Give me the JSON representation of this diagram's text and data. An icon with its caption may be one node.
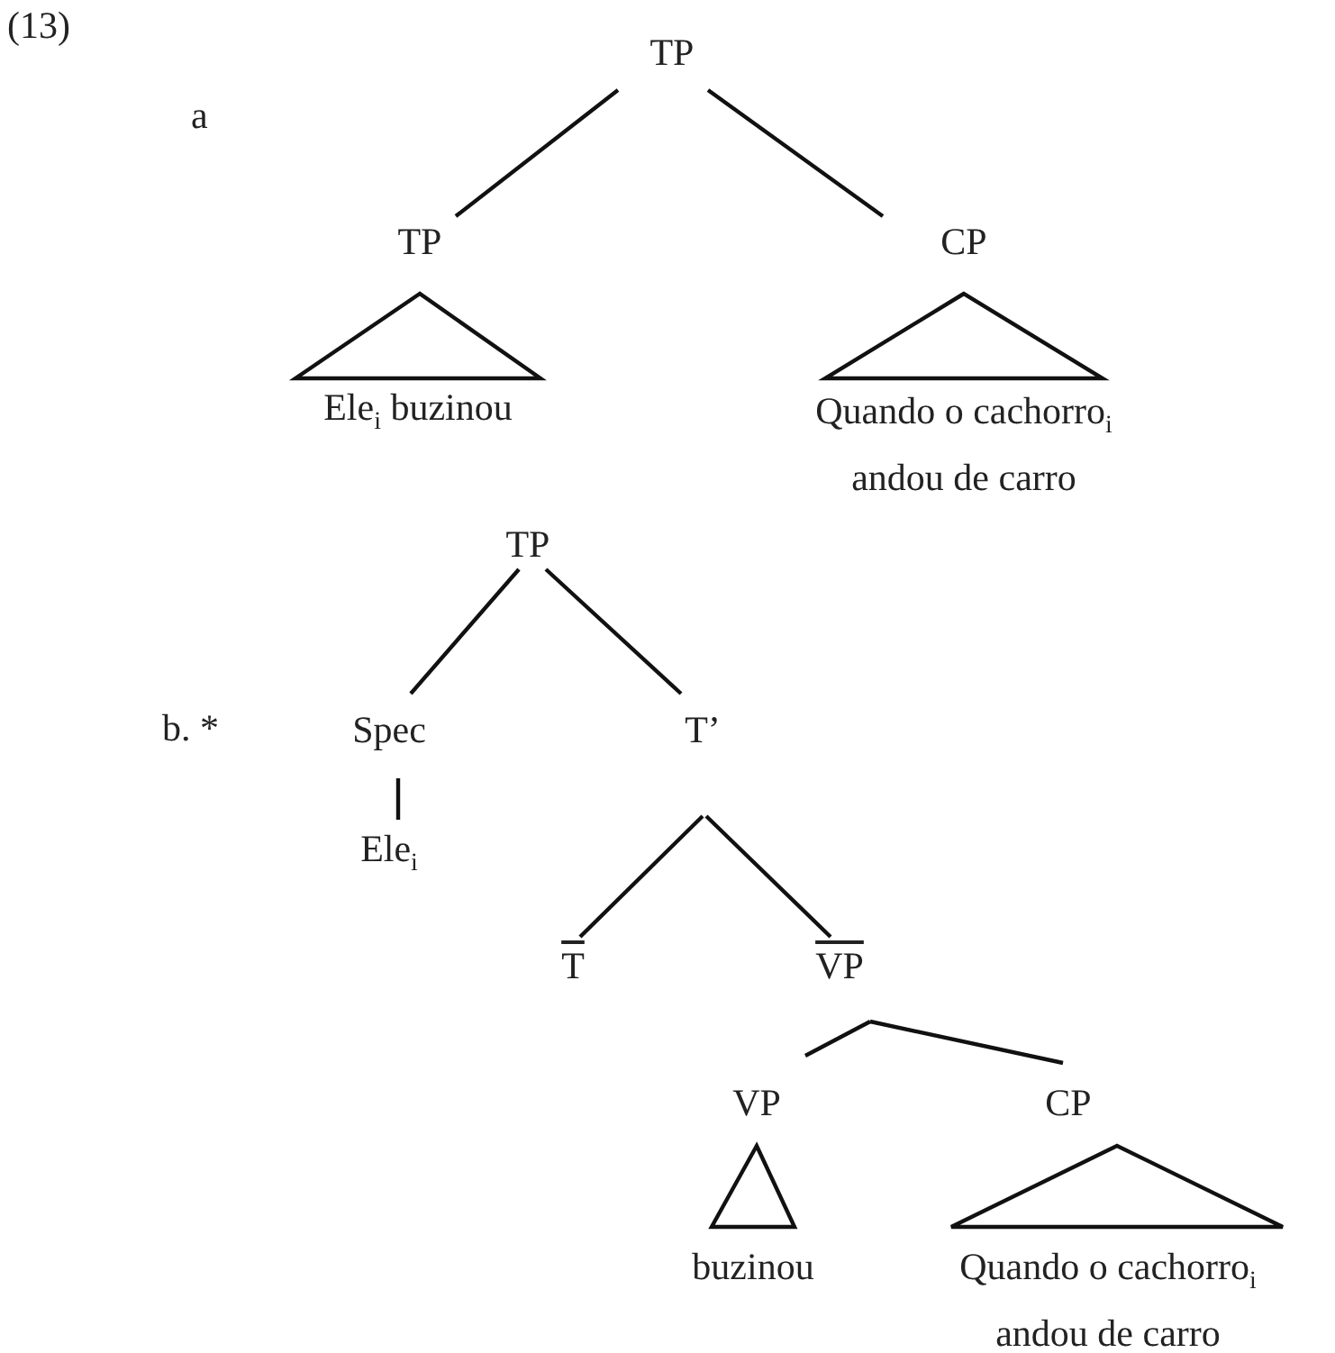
{
  "diagram": {
    "nodes": [
      {
        "text": [
          "TP"
        ]
      },
      {
        "text": [
          "TP"
        ]
      },
      {
        "text": [
          "CP"
        ]
      },
      {
        "text": [
          "Ele$_{i}$ buzinou"
        ]
      },
      {
        "text": [
          "Quando o cachorro$_{i}$ andou de carro"
        ]
      },
      {
        "text": [
          "TP"
        ]
      },
      {
        "text": [
          "Spec"
        ]
      },
      {
        "text": [
          "T’"
        ]
      },
      {
        "text": [
          "Ele$_{i}$"
        ]
      },
      {
        "text": [
          "T"
        ]
      },
      {
        "text": [
          "VP"
        ]
      },
      {
        "text": [
          "VP"
        ]
      },
      {
        "text": [
          "CP"
        ]
      },
      {
        "text": [
          "buzinou"
        ]
      },
      {
        "text": [
          "Quando o cachorro$_{i}$ andou de carro"
        ]
      }
    ],
    "edges": [
      {
        "from": 0,
        "to": 1,
        "arrow": "none"
      },
      {
        "from": 0,
        "to": 2,
        "arrow": "none"
      },
      {
        "from": 1,
        "to": 3,
        "arrow": "none"
      },
      {
        "from": 2,
        "to": 4,
        "arrow": "none"
      },
      {
        "from": 5,
        "to": 6,
        "arrow": "none"
      },
      {
        "from": 5,
        "to": 7,
        "arrow": "none"
      },
      {
        "from": 6,
        "to": 8,
        "arrow": "none"
      },
      {
        "from": 7,
        "to": 9,
        "arrow": "none"
      },
      {
        "from": 7,
        "to": 10,
        "arrow": "none"
      },
      {
        "from": 10,
        "to": 11,
        "arrow": "none"
      },
      {
        "from": 10,
        "to": 12,
        "arrow": "none"
      },
      {
        "from": 11,
        "to": 13,
        "arrow": "none"
      },
      {
        "from": 12,
        "to": 14,
        "arrow": "none"
      }
    ],
    "labels": [
      "(13)",
      "a",
      "b. *"
    ]
  }
}
